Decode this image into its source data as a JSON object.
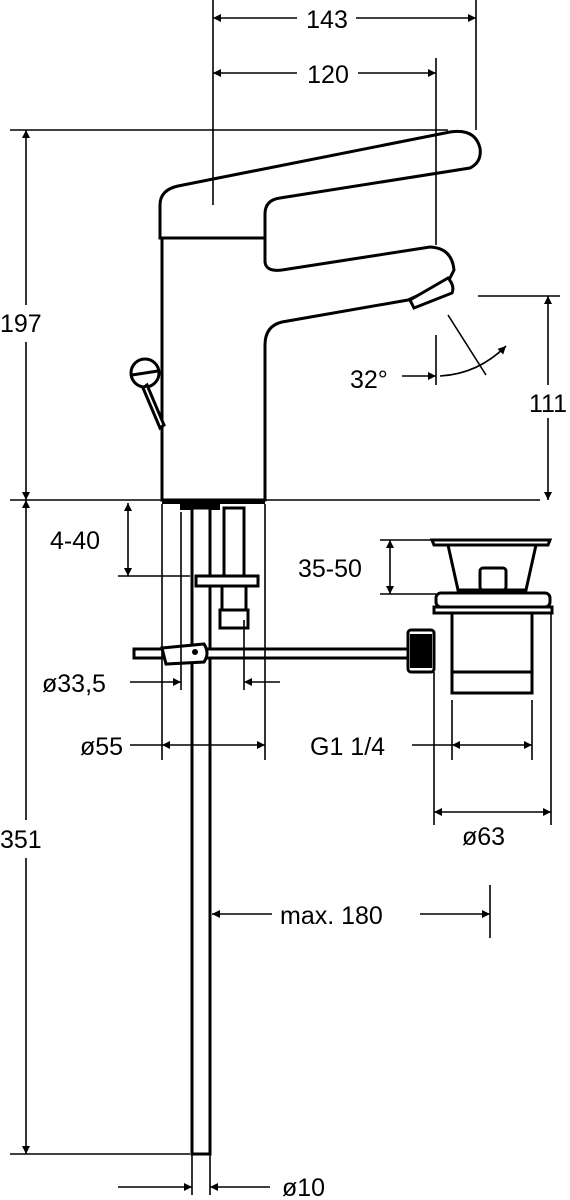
{
  "dimensions": {
    "width_overall": "143",
    "width_spout": "120",
    "height_total": "197",
    "angle": "32°",
    "spout_height": "111",
    "plate_range": "4-40",
    "waste_range": "35-50",
    "hole_diameter": "ø33,5",
    "base_diameter": "ø55",
    "thread": "G1 1/4",
    "waste_diameter": "ø63",
    "depth_below": "351",
    "max_length": "max. 180",
    "rod_diameter": "ø10"
  },
  "colors": {
    "line": "#000000",
    "background": "#ffffff"
  }
}
